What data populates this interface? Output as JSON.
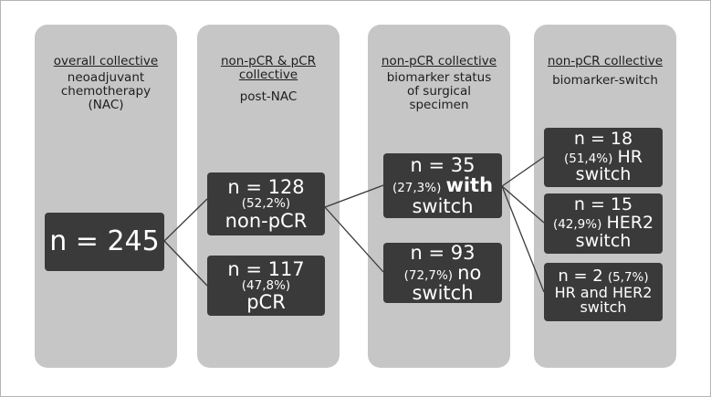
{
  "columns": [
    {
      "title": "overall collective",
      "desc": [
        "neoadjuvant",
        "chemotherapy",
        "(NAC)"
      ]
    },
    {
      "title": [
        "non-pCR & pCR",
        "collective"
      ],
      "desc": [
        "post-NAC"
      ]
    },
    {
      "title": "non-pCR collective",
      "desc": [
        "biomarker status",
        "of surgical",
        "specimen"
      ]
    },
    {
      "title": "non-pCR collective",
      "desc": [
        "biomarker-switch"
      ]
    }
  ],
  "boxes": {
    "overall": {
      "n": "n = 245"
    },
    "nonpcr": {
      "n": "n = 128",
      "pct": "(52,2%)",
      "label": "non-pCR"
    },
    "pcr": {
      "n": "n = 117",
      "pct": "(47,8%)",
      "label": "pCR"
    },
    "with_switch": {
      "n": "n = 35",
      "pct": "(27,3%)",
      "word": "with",
      "label": "switch"
    },
    "no_switch": {
      "n": "n = 93",
      "pct": "(72,7%)",
      "word": "no",
      "label": "switch"
    },
    "hr_switch": {
      "n": "n = 18",
      "pct": "(51,4%)",
      "word": "HR",
      "label": "switch"
    },
    "her2_switch": {
      "n": "n = 15",
      "pct": "(42,9%)",
      "word": "HER2",
      "label": "switch"
    },
    "hr_her2_switch": {
      "n": "n = 2",
      "pct": "(5,7%)",
      "word": "HR and HER2",
      "label": "switch"
    }
  },
  "colors": {
    "panel": "#c6c6c6",
    "box": "#3a3a3a",
    "line": "#3a3a3a",
    "box_text": "#ffffff"
  }
}
